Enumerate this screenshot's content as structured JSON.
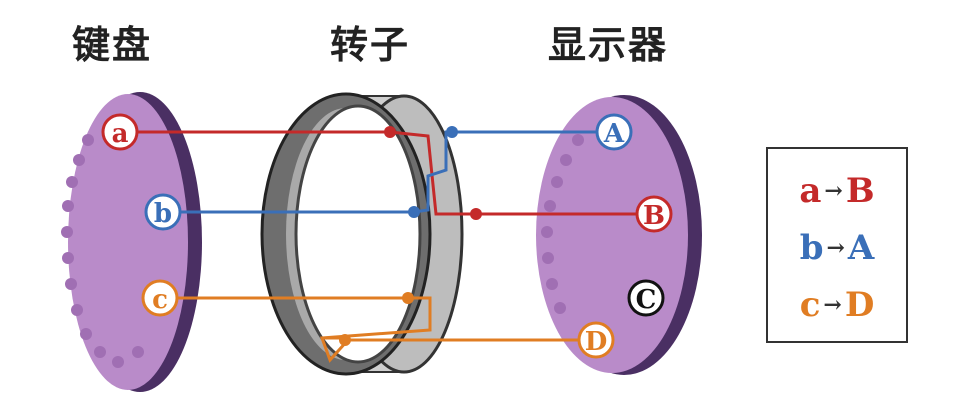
{
  "titles": {
    "keyboard": "键盘",
    "rotor": "转子",
    "display": "显示器"
  },
  "keyboard_keys": [
    {
      "letter": "a",
      "color": "#c42a2a"
    },
    {
      "letter": "b",
      "color": "#3a6fb8"
    },
    {
      "letter": "c",
      "color": "#e07d23"
    }
  ],
  "display_lamps": [
    {
      "letter": "A",
      "color": "#3a6fb8"
    },
    {
      "letter": "B",
      "color": "#c42a2a"
    },
    {
      "letter": "C",
      "color": "#111111"
    },
    {
      "letter": "D",
      "color": "#e07d23"
    }
  ],
  "legend": [
    {
      "from": "a",
      "arrow": "→",
      "to": "B",
      "color": "#c42a2a"
    },
    {
      "from": "b",
      "arrow": "→",
      "to": "A",
      "color": "#3a6fb8"
    },
    {
      "from": "c",
      "arrow": "→",
      "to": "D",
      "color": "#e07d23"
    }
  ],
  "colors": {
    "disc": "#b98bc9",
    "disc_edge": "#4a2f63",
    "rotor_light": "#cfcfcf",
    "rotor_dark": "#6e6e6e"
  }
}
